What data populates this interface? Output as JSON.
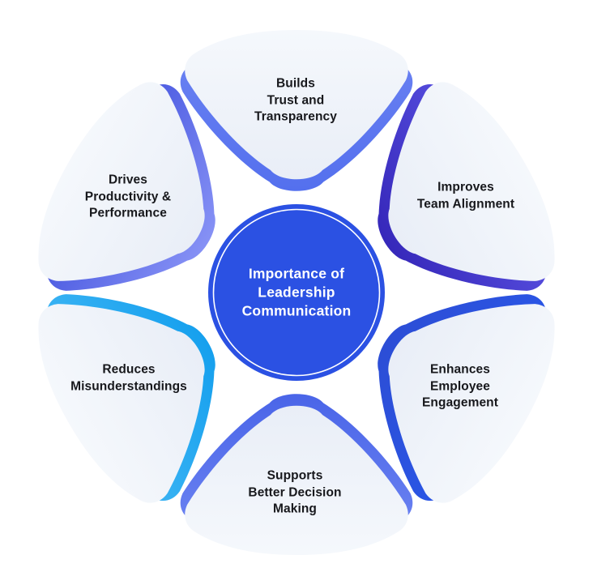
{
  "diagram": {
    "center": {
      "label": "Importance of\nLeadership\nCommunication",
      "fill": "#2b51e3",
      "ring_color": "#ffffff",
      "text_color": "#ffffff"
    },
    "petal_body": {
      "from": "#f5f8fc",
      "to": "#e9eef7"
    },
    "label_color": "#17181c",
    "petals": [
      {
        "id": "builds-trust",
        "label": "Builds\nTrust and\nTransparency",
        "accent_from": "#6b82f2",
        "accent_to": "#5470ee"
      },
      {
        "id": "improves-team-alignment",
        "label": "Improves\nTeam Alignment",
        "accent_from": "#5a52e2",
        "accent_to": "#3628ba"
      },
      {
        "id": "enhances-employee-engagement",
        "label": "Enhances\nEmployee\nEngagement",
        "accent_from": "#2a57e8",
        "accent_to": "#2c4ed6"
      },
      {
        "id": "supports-better-decision-making",
        "label": "Supports\nBetter Decision\nMaking",
        "accent_from": "#6e85f2",
        "accent_to": "#4a65e8"
      },
      {
        "id": "reduces-misunderstandings",
        "label": "Reduces\nMisunderstandings",
        "accent_from": "#40b6f4",
        "accent_to": "#16a0ee"
      },
      {
        "id": "drives-productivity",
        "label": "Drives\nProductivity &\nPerformance",
        "accent_from": "#4353de",
        "accent_to": "#8691f5"
      }
    ]
  }
}
